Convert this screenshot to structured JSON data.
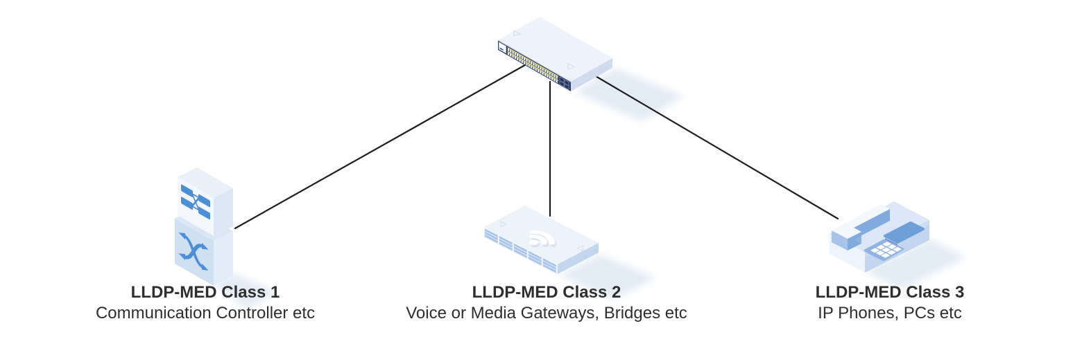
{
  "diagram": {
    "type": "network-topology",
    "background": "#ffffff",
    "connector_color": "#1c1c1c",
    "accent_blue": "#4a8fd8",
    "switch_dark_panel": "#2e3f63",
    "switch_port_stripe_yellow": "#ece387",
    "root_device": {
      "icon": "48-port-network-switch"
    },
    "nodes": [
      {
        "id": "class1",
        "title": "LLDP-MED Class 1",
        "subtitle": "Communication Controller etc",
        "device_icon": "communication-controller-device"
      },
      {
        "id": "class2",
        "title": "LLDP-MED Class 2",
        "subtitle": "Voice or Media Gateways, Bridges etc",
        "device_icon": "wireless-media-gateway-device"
      },
      {
        "id": "class3",
        "title": "LLDP-MED Class 3",
        "subtitle": "IP Phones, PCs etc",
        "device_icon": "ip-phone-device"
      }
    ]
  }
}
